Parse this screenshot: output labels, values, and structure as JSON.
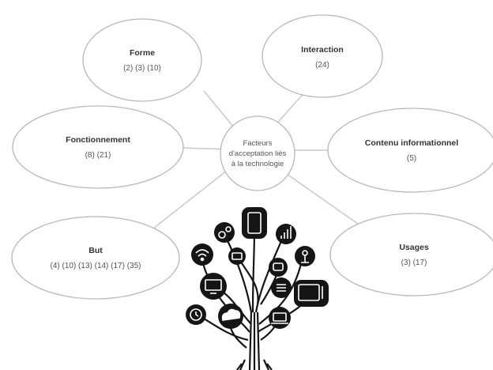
{
  "center": {
    "label": "Facteurs d'acceptation liés à la technologie"
  },
  "nodes": [
    {
      "id": "forme",
      "title": "Forme",
      "refs": "(2) (3) (10)"
    },
    {
      "id": "interaction",
      "title": "Interaction",
      "refs": "(24)"
    },
    {
      "id": "fonctionnement",
      "title": "Fonctionnement",
      "refs": "(8) (21)"
    },
    {
      "id": "contenu",
      "title": "Contenu informationnel",
      "refs": "(5)"
    },
    {
      "id": "but",
      "title": "But",
      "refs": "(4) (10) (13) (14) (17) (35)"
    },
    {
      "id": "usages",
      "title": "Usages",
      "refs": "(3) (17)"
    }
  ],
  "colors": {
    "line": "#c9c9c9",
    "ellipse_stroke": "#b8b8b8",
    "tree": "#151515"
  },
  "tree_icons": [
    "wifi-icon",
    "gear-icon",
    "smartphone-icon",
    "signal-icon",
    "battery-icon",
    "camera-icon",
    "antenna-icon",
    "monitor-icon",
    "server-icon",
    "laptop-icon",
    "clock-icon",
    "cloud-icon",
    "tv-icon"
  ]
}
